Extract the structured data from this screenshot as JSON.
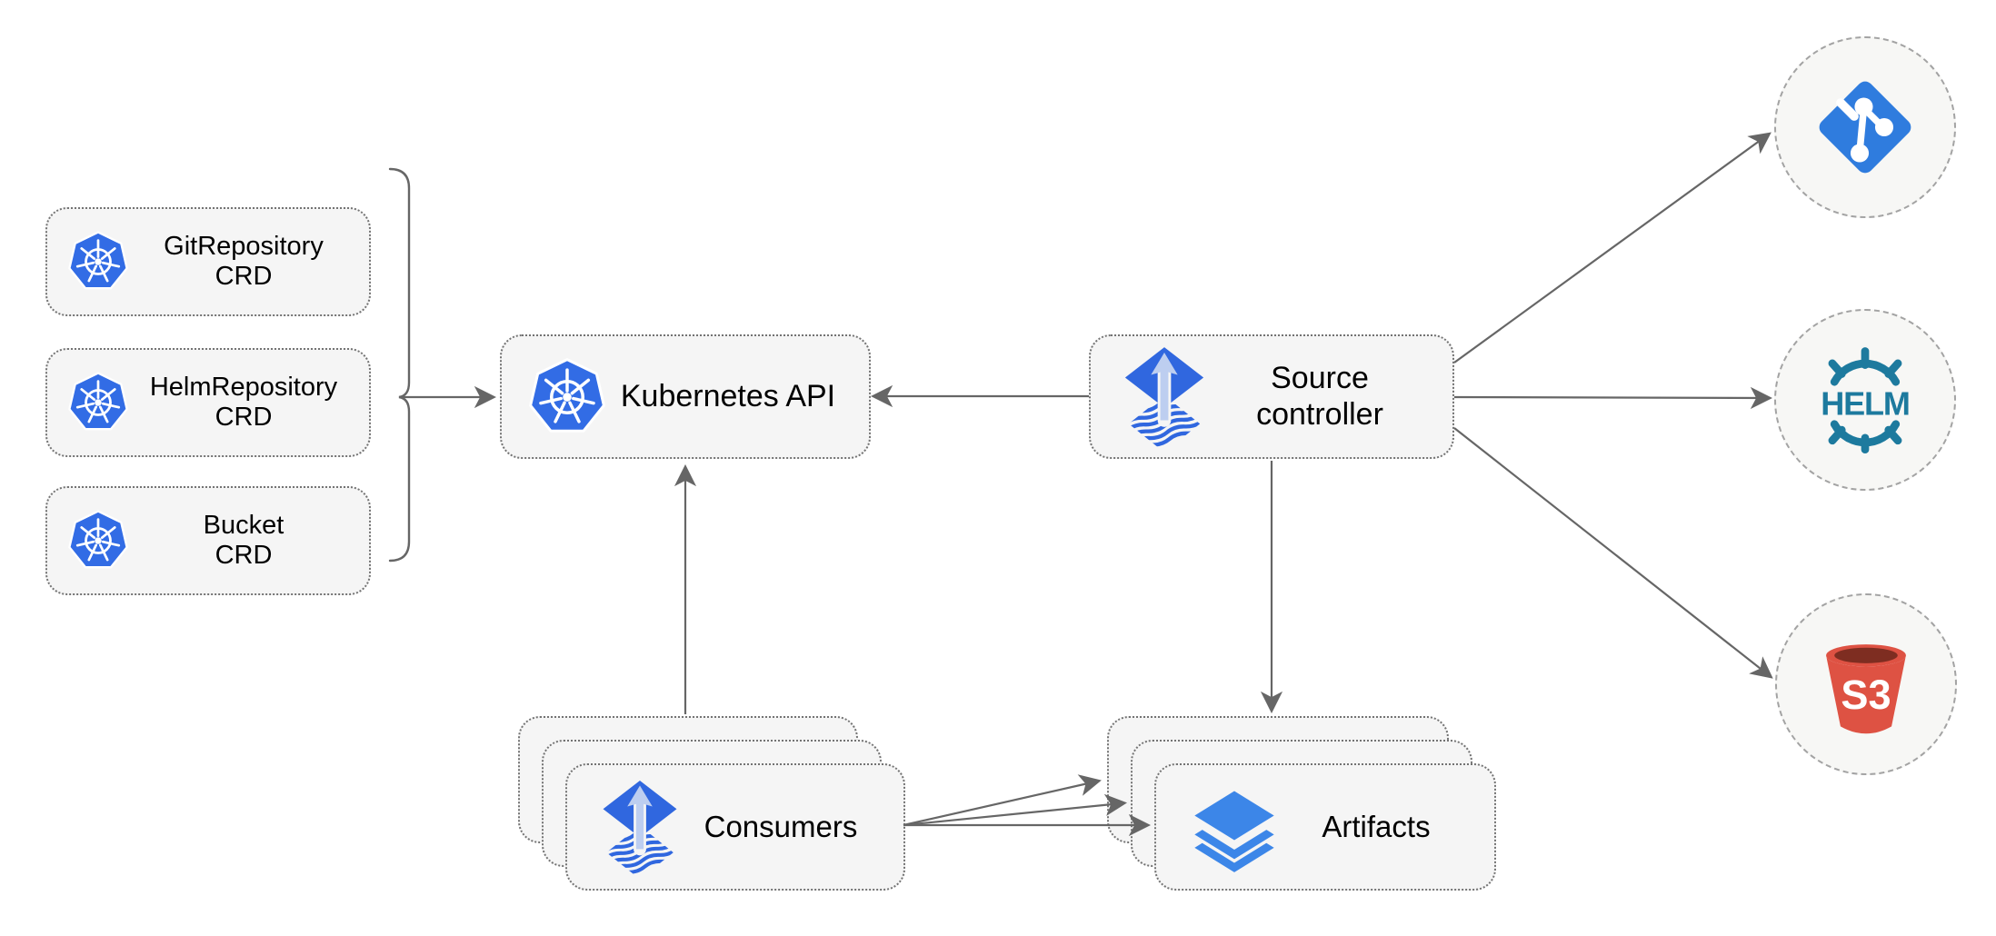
{
  "nodes": {
    "crd_boxes": [
      {
        "line1": "GitRepository",
        "line2": "CRD"
      },
      {
        "line1": "HelmRepository",
        "line2": "CRD"
      },
      {
        "line1": "Bucket",
        "line2": "CRD"
      }
    ],
    "kubernetes_api": {
      "label": "Kubernetes API"
    },
    "source_controller": {
      "line1": "Source",
      "line2": "controller"
    },
    "consumers": {
      "label": "Consumers"
    },
    "artifacts": {
      "label": "Artifacts"
    },
    "external_sources": {
      "git": {
        "icon": "git-icon"
      },
      "helm": {
        "label": "HELM"
      },
      "s3": {
        "label": "S3"
      }
    }
  },
  "colors": {
    "kubernetes_blue": "#326CE5",
    "flux_blue": "#3067DF",
    "flux_arrow": "#BDCEF0",
    "artifact_blue": "#3C86E8",
    "git_blue": "#2F7CDE",
    "helm_teal": "#1D7A9E",
    "s3_red": "#DE5243",
    "s3_dark": "#7E2D21",
    "box_bg": "#F5F5F5",
    "circle_bg": "#F7F7F5",
    "line_gray": "#666666",
    "box_border": "#737373",
    "circle_border": "#A3A3A3",
    "text_color": "#000000"
  }
}
